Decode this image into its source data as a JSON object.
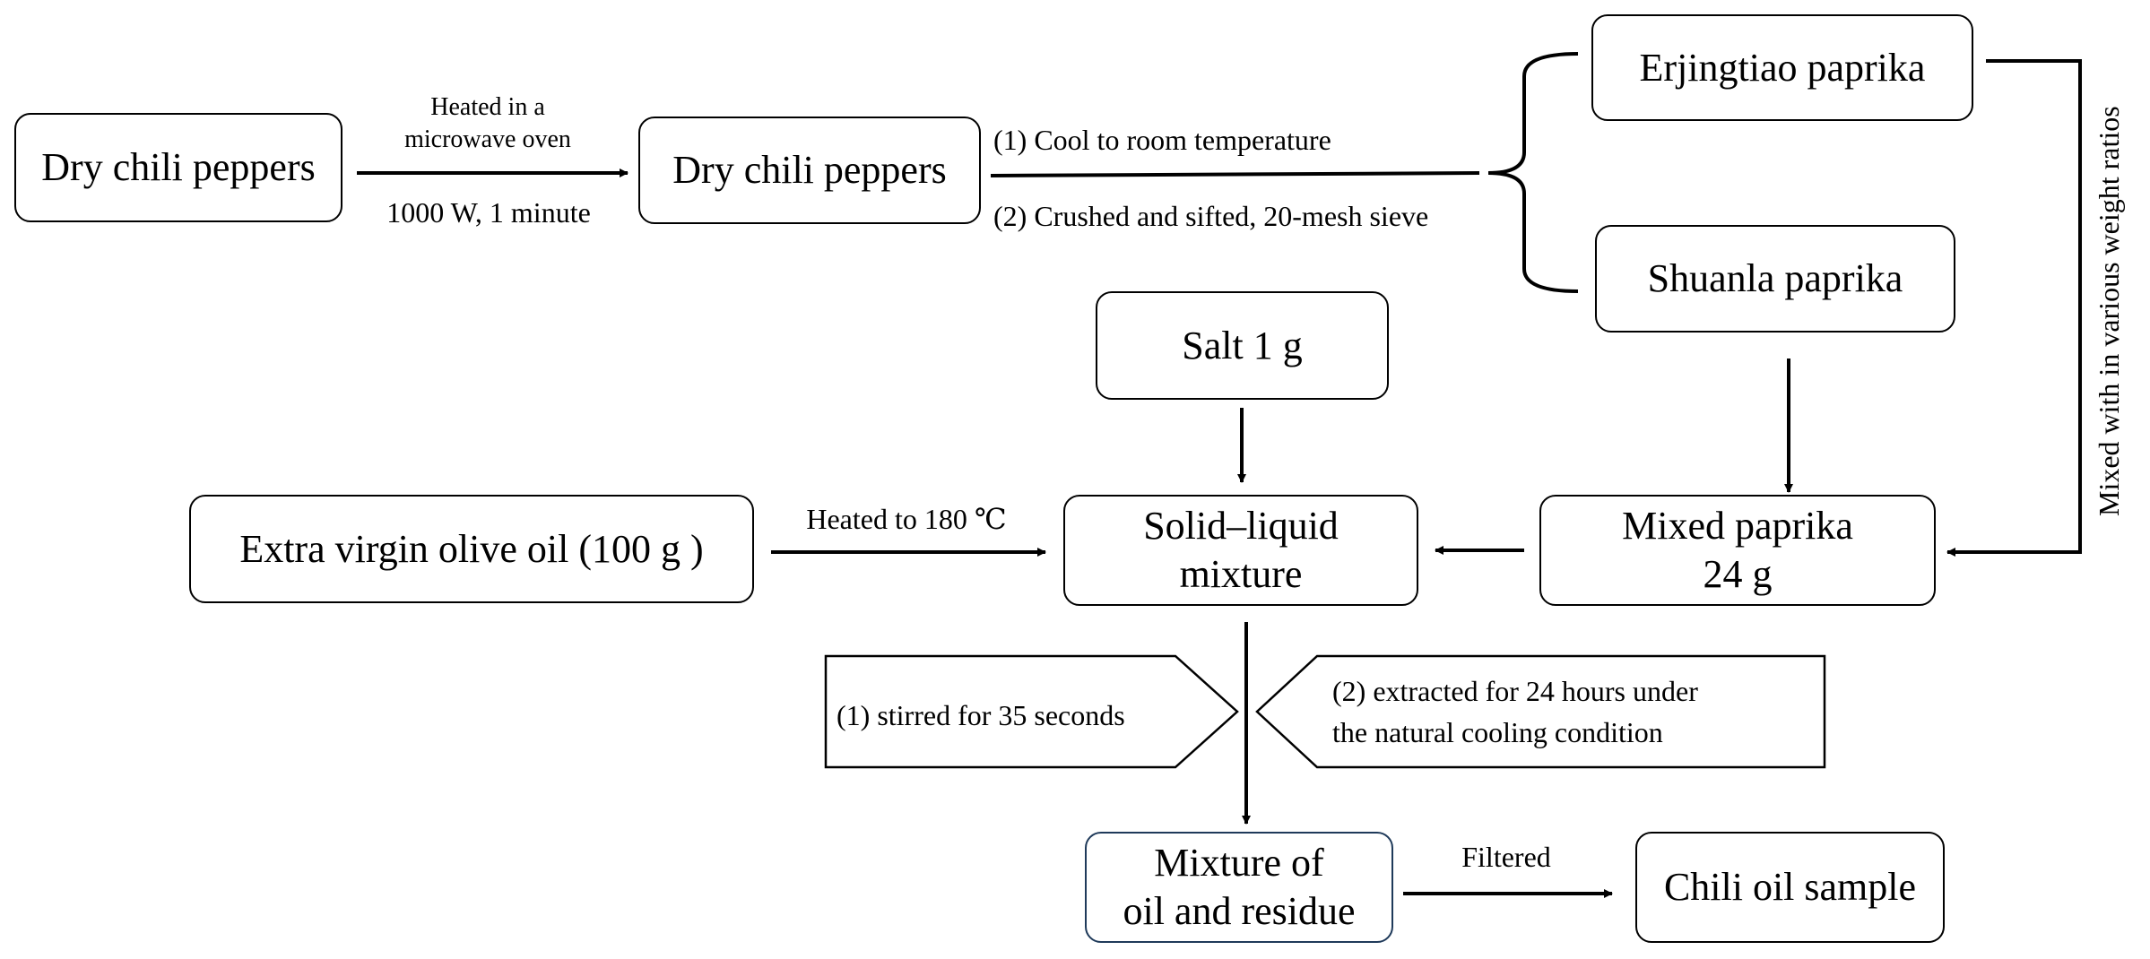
{
  "nodes": {
    "dry_chili_1": "Dry chili peppers",
    "dry_chili_2": "Dry chili peppers",
    "erjingtiao": "Erjingtiao paprika",
    "shuanla": "Shuanla paprika",
    "salt": "Salt 1 g",
    "olive_oil": "Extra virgin olive oil (100 g )",
    "solid_liquid_l1": "Solid–liquid",
    "solid_liquid_l2": "mixture",
    "mixed_paprika_l1": "Mixed paprika",
    "mixed_paprika_l2": "24 g",
    "mixture_oil_l1": "Mixture of",
    "mixture_oil_l2": "oil and residue",
    "chili_oil": "Chili oil sample"
  },
  "edges": {
    "microwave_top_l1": "Heated in a",
    "microwave_top_l2": "microwave oven",
    "microwave_bottom": "1000 W, 1 minute",
    "cool_step": "(1) Cool to room temperature",
    "crush_step": "(2) Crushed and sifted, 20-mesh sieve",
    "heated_180": "Heated to 180 ℃",
    "stirred": "(1) stirred for 35 seconds",
    "extracted_l1": "(2) extracted  for 24 hours under",
    "extracted_l2": "the natural cooling condition",
    "filtered": "Filtered",
    "mixed_ratios": "Mixed with in various weight ratios"
  }
}
